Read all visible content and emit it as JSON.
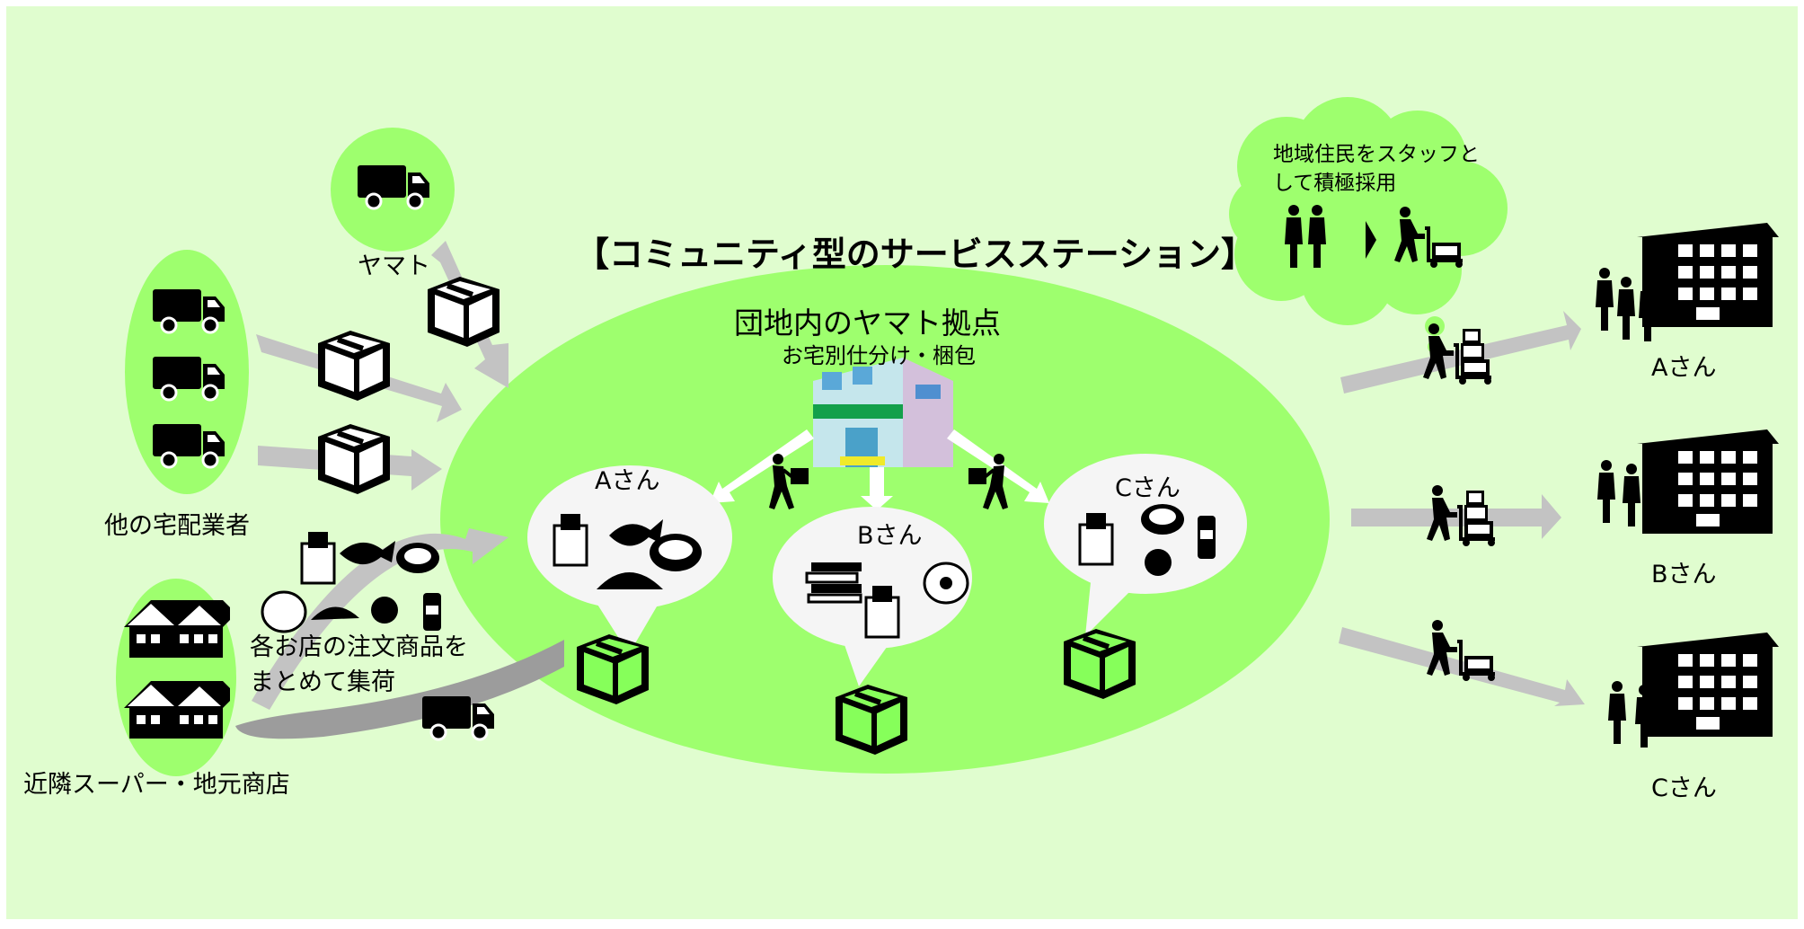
{
  "title": "【コミュニティ型のサービスステーション】",
  "hub": {
    "name": "団地内のヤマト拠点",
    "sub": "お宅別仕分け・梱包"
  },
  "sources": {
    "yamato": "ヤマト",
    "others": "他の宅配業者",
    "shops": "近隣スーパー・地元商店",
    "shop_note_line1": "各お店の注文商品を",
    "shop_note_line2": "まとめて集荷"
  },
  "bubbles": {
    "a": "Aさん",
    "b": "Bさん",
    "c": "Cさん"
  },
  "staff_note": {
    "line1": "地域住民をスタッフと",
    "line2": "して積極採用"
  },
  "recipients": {
    "a": "Aさん",
    "b": "Bさん",
    "c": "Cさん"
  },
  "colors": {
    "background": "#e0fdcf",
    "ellipse": "#9eff6e",
    "bubble": "#f5f5f5",
    "arrow_gray": "#c3c3c3",
    "arrow_dark": "#9c9c9c",
    "icon": "#000000"
  }
}
